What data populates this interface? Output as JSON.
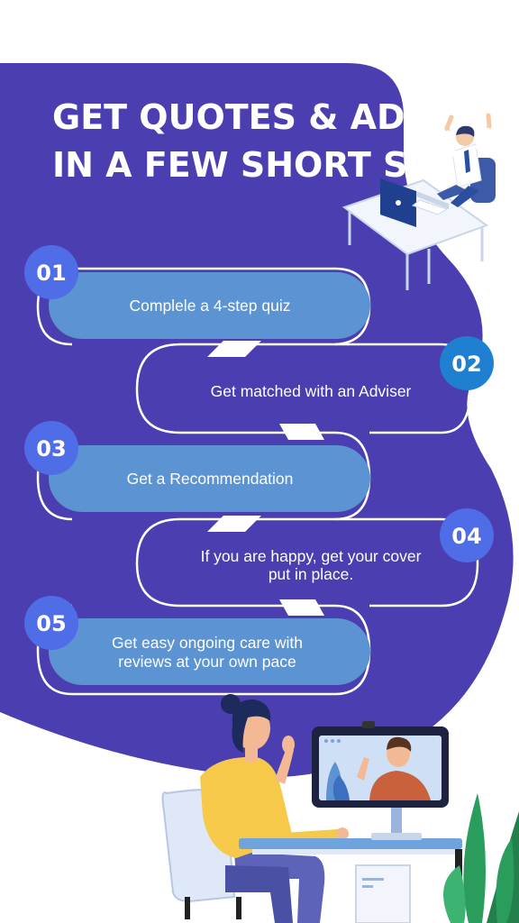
{
  "title": {
    "line1": "GET QUOTES & ADVICE",
    "line2": "IN A FEW SHORT STEPS"
  },
  "steps": [
    {
      "number": "01",
      "text": "Complele a 4-step quiz"
    },
    {
      "number": "02",
      "text": "Get matched with an Adviser"
    },
    {
      "number": "03",
      "text": "Get a Recommendation"
    },
    {
      "number": "04",
      "line1": "If you are happy, get your cover",
      "line2": "put in place."
    },
    {
      "number": "05",
      "line1": "Get easy ongoing care with",
      "line2": "reviews at your own pace"
    }
  ],
  "colors": {
    "primary_purple": "#4a3eb0",
    "pill_blue": "#5b93d3",
    "badge_blue": "#4f6de6",
    "badge_blue_alt": "#1f7fd0",
    "white": "#ffffff",
    "plant_green": "#2a9d5c",
    "shirt_yellow": "#f6c94b"
  },
  "icons": {
    "illustration_top": "celebrating-man-at-desk-illustration",
    "illustration_bottom": "woman-video-call-illustration"
  }
}
